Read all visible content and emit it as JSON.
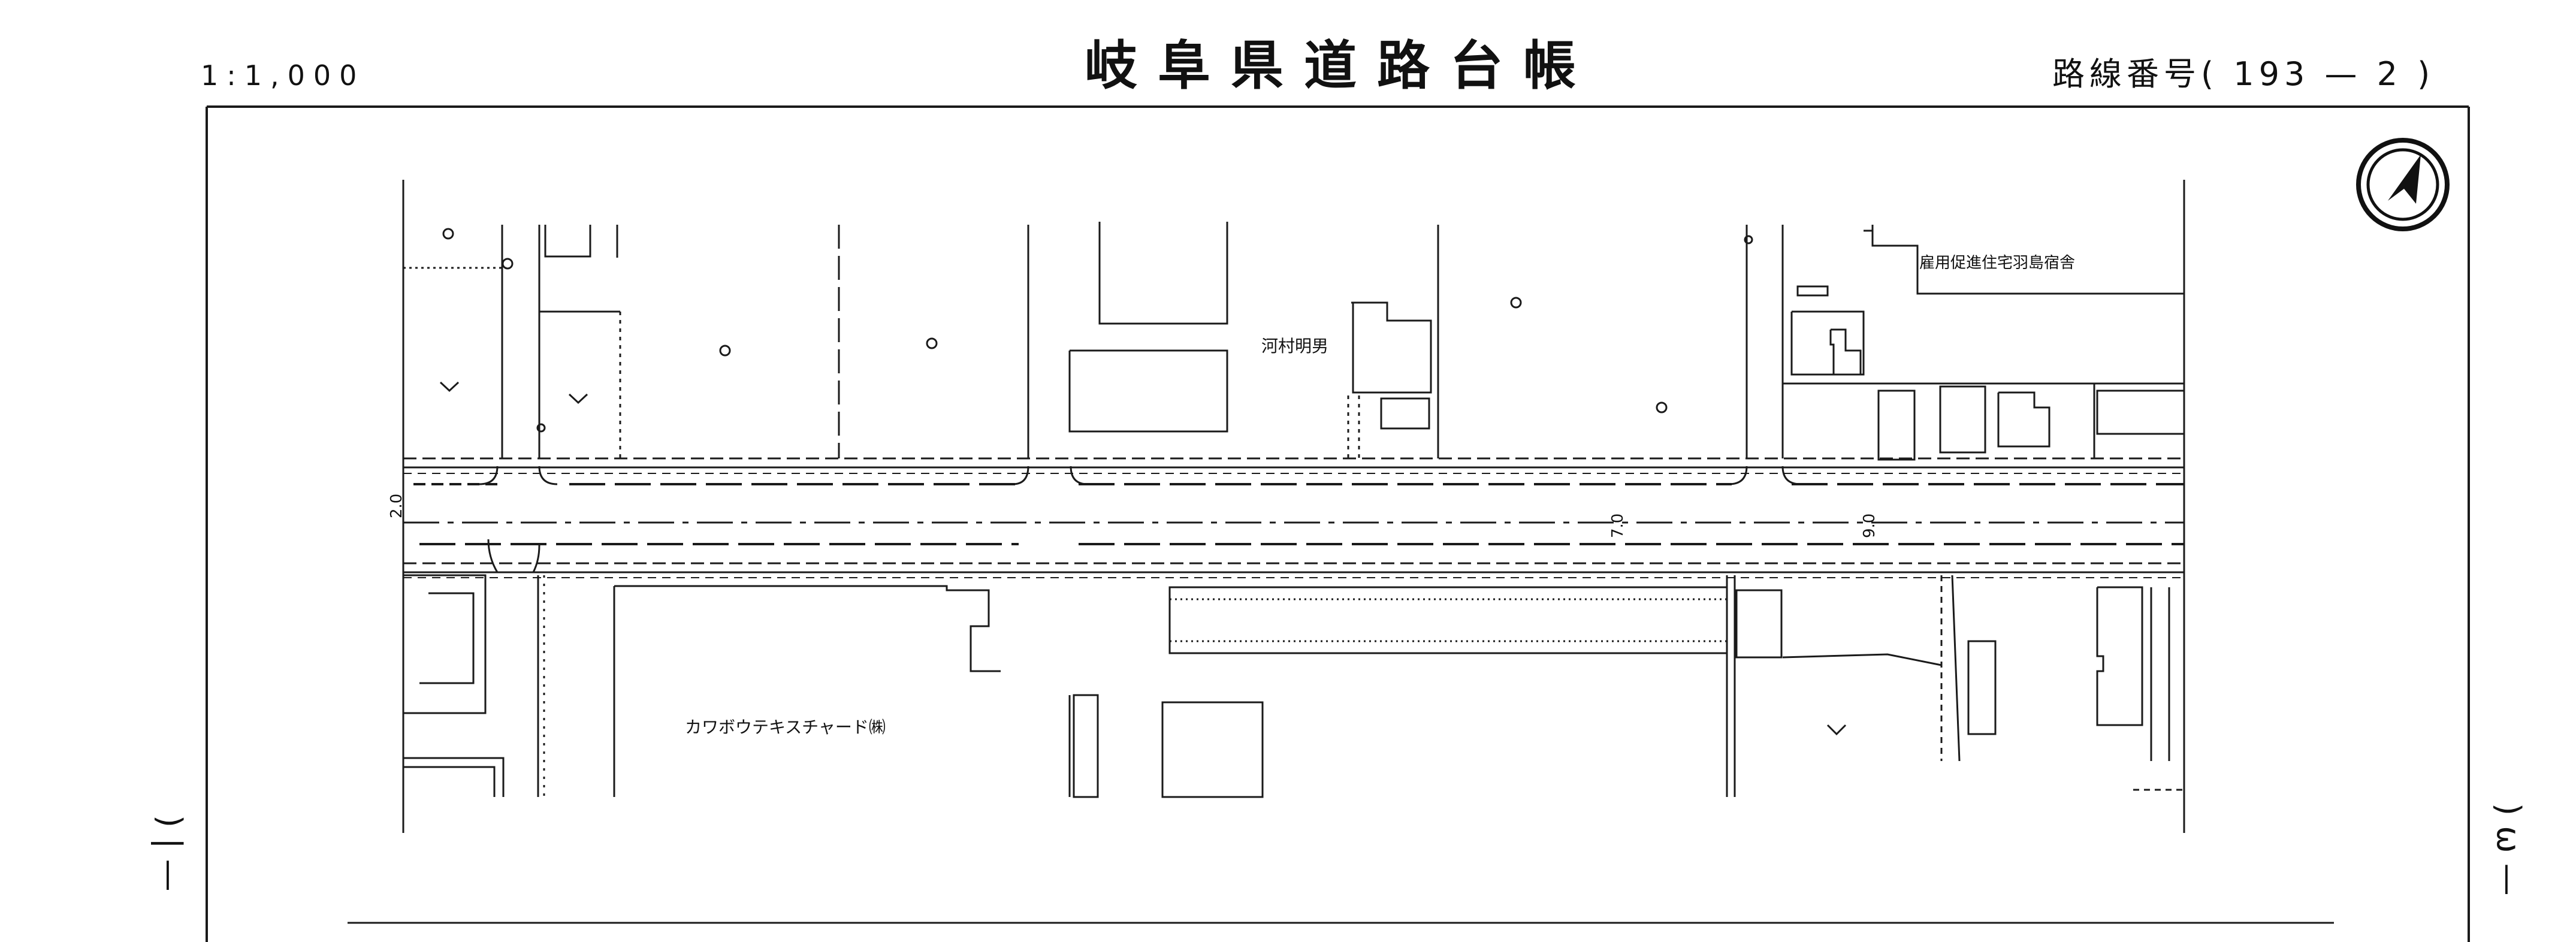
{
  "header": {
    "scale": "1:1,000",
    "title": "岐阜県道路台帳",
    "route_number": "路線番号( 193 — 2 )"
  },
  "side_marks": {
    "left": ") | —",
    "right": ") ω —"
  },
  "map": {
    "labels": {
      "owner_kawamura": "河村明男",
      "koyou_dormitory": "雇用促進住宅羽島宿舎",
      "kawabou_company": "カワボウテキスチャード㈱"
    },
    "road_widths": {
      "w1": "2.0",
      "w2": "7.0",
      "w3": "9.0"
    },
    "north_arrow": "north-arrow"
  }
}
